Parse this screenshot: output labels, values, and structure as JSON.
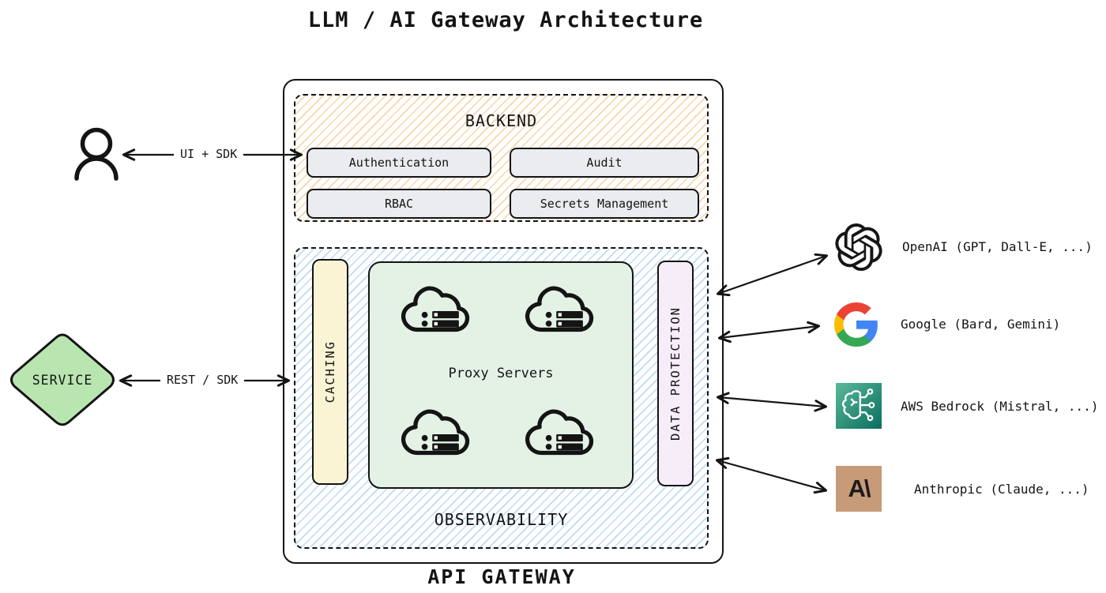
{
  "title": "LLM / AI Gateway Architecture",
  "gateway": {
    "label": "API GATEWAY"
  },
  "backend": {
    "label": "BACKEND",
    "buttons": [
      "Authentication",
      "Audit",
      "RBAC",
      "Secrets Management"
    ]
  },
  "observability": {
    "label": "OBSERVABILITY",
    "caching_label": "CACHING",
    "data_protection_label": "DATA PROTECTION",
    "proxy_label": "Proxy Servers",
    "proxy_node_count": 4
  },
  "left": {
    "user_arrow_label": "UI + SDK",
    "service_label": "SERVICE",
    "service_arrow_label": "REST / SDK"
  },
  "providers": [
    {
      "name": "openai",
      "icon": "openai-logo-icon",
      "label": "OpenAI (GPT, Dall-E, ...)"
    },
    {
      "name": "google",
      "icon": "google-logo-icon",
      "label": "Google (Bard, Gemini)"
    },
    {
      "name": "aws-bedrock",
      "icon": "aws-bedrock-logo-icon",
      "label": "AWS Bedrock (Mistral, ...)"
    },
    {
      "name": "anthropic",
      "icon": "anthropic-logo-icon",
      "label": "Anthropic (Claude, ...)",
      "mark": "A\\"
    }
  ],
  "colors": {
    "stroke": "#141414",
    "backend_hatch": "#f3b465",
    "observability_hatch": "#7eb6e4",
    "caching_fill": "#faf3d4",
    "data_protection_fill": "#f6edf9",
    "proxy_fill": "#e4f2e6",
    "service_fill": "#b9e5b1",
    "button_fill": "#eaecef",
    "aws_gradient_start": "#59b99b",
    "aws_gradient_end": "#0b6e5d",
    "anthropic_bg": "#c79a78",
    "google_colors": [
      "#4285F4",
      "#34A853",
      "#FBBC05",
      "#EA4335"
    ]
  }
}
